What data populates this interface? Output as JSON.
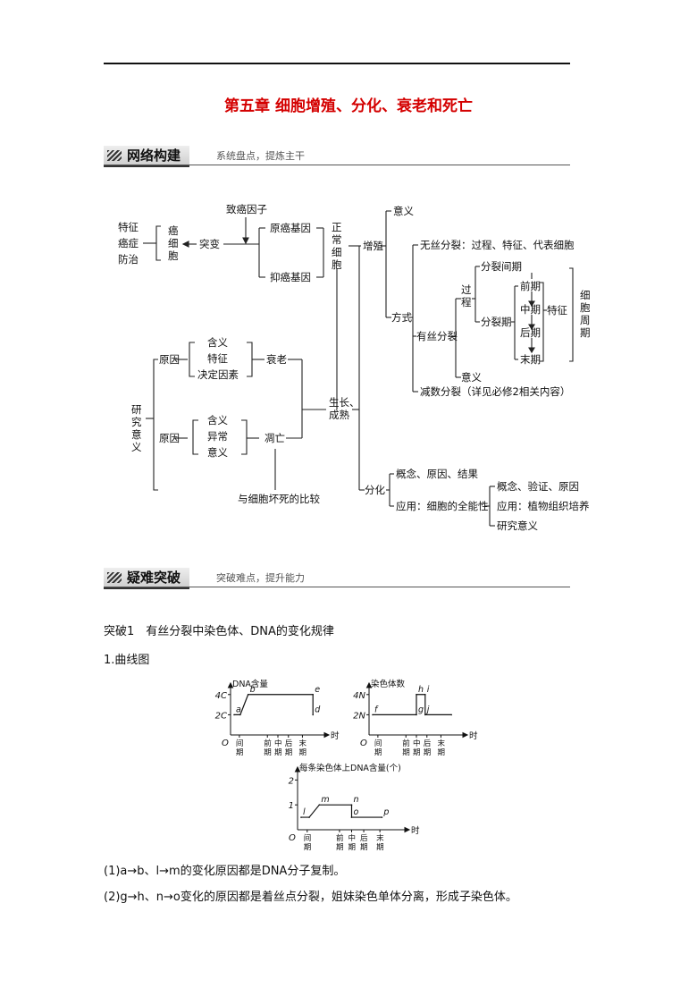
{
  "title": "第五章 细胞增殖、分化、衰老和死亡",
  "section1": {
    "label": "网络构建",
    "subtitle": "系统盘点，提炼主干"
  },
  "section2": {
    "label": "疑难突破",
    "subtitle": "突破难点，提升能力"
  },
  "map": {
    "cancer_aspects": [
      "特征",
      "癌症",
      "防治"
    ],
    "cancer_cell": "癌细胞",
    "mutation": "突变",
    "carcinogen": "致癌因子",
    "proto_oncogene": "原癌基因",
    "suppressor_gene": "抑癌基因",
    "normal_cell": "正常细胞",
    "proliferation": "增殖",
    "meaning": "意义",
    "method": "方式",
    "amitosis": "无丝分裂：过程、特征、代表细胞",
    "mitosis": "有丝分裂",
    "process": "过程",
    "interphase": "分裂间期",
    "m_phase": "分裂期",
    "stages": [
      "前期",
      "中期",
      "后期",
      "末期"
    ],
    "features": "特征",
    "cell_cycle": "细胞周期",
    "mitosis_meaning": "意义",
    "meiosis": "减数分裂（详见必修2相关内容）",
    "research_meaning": "研究意义",
    "cause": "原因",
    "aging_items": [
      "含义",
      "特征",
      "决定因素"
    ],
    "aging": "衰老",
    "death_items": [
      "含义",
      "异常",
      "意义"
    ],
    "death": "凋亡",
    "growth": "生长、成熟",
    "compare": "与细胞坏死的比较",
    "differentiation": "分化",
    "diff_items": [
      "概念、原因、结果",
      "应用：细胞的全能性"
    ],
    "totipotency_items": [
      "概念、验证、原因",
      "应用：植物组织培养",
      "研究意义"
    ]
  },
  "breakthrough": "突破1　有丝分裂中染色体、DNA的变化规律",
  "curve_heading": "1.曲线图",
  "chart_data": [
    {
      "type": "line",
      "ylabel": "DNA含量",
      "xlabel": "时期",
      "categories": [
        "间期",
        "前期",
        "中期",
        "后期",
        "末期"
      ],
      "y_ticks": [
        "2C",
        "4C"
      ],
      "origin": "O",
      "points": [
        {
          "x": 0.0,
          "y": 2,
          "label": "a"
        },
        {
          "x": 0.35,
          "y": 2
        },
        {
          "x": 0.8,
          "y": 4,
          "label": "b"
        },
        {
          "x": 4.5,
          "y": 4,
          "label": "e"
        },
        {
          "x": 4.5,
          "y": 2,
          "label": "d"
        }
      ]
    },
    {
      "type": "line",
      "ylabel": "染色体数",
      "xlabel": "时期",
      "categories": [
        "间期",
        "前期",
        "中期",
        "后期",
        "末期"
      ],
      "y_ticks": [
        "2N",
        "4N"
      ],
      "origin": "O",
      "points": [
        {
          "x": 0.0,
          "y": 2,
          "label": "f"
        },
        {
          "x": 2.5,
          "y": 2,
          "label": "g"
        },
        {
          "x": 2.5,
          "y": 4,
          "label": "h"
        },
        {
          "x": 3.0,
          "y": 4,
          "label": "i"
        },
        {
          "x": 3.0,
          "y": 2,
          "label": "j"
        },
        {
          "x": 4.5,
          "y": 2
        }
      ]
    },
    {
      "type": "line",
      "ylabel": "每条染色体上DNA含量(个)",
      "xlabel": "时期",
      "categories": [
        "间期",
        "前期",
        "中期",
        "后期",
        "末期"
      ],
      "y_ticks": [
        "1",
        "2"
      ],
      "origin": "O",
      "points": [
        {
          "x": 0.0,
          "y": 1,
          "label": "l"
        },
        {
          "x": 0.4,
          "y": 1
        },
        {
          "x": 0.9,
          "y": 2,
          "label": "m"
        },
        {
          "x": 2.5,
          "y": 2,
          "label": "n"
        },
        {
          "x": 2.5,
          "y": 1,
          "label": "o"
        },
        {
          "x": 4.0,
          "y": 1,
          "label": "p"
        }
      ]
    }
  ],
  "notes": [
    "(1)a→b、l→m的变化原因都是DNA分子复制。",
    "(2)g→h、n→o变化的原因都是着丝点分裂，姐妹染色单体分离，形成子染色体。"
  ]
}
